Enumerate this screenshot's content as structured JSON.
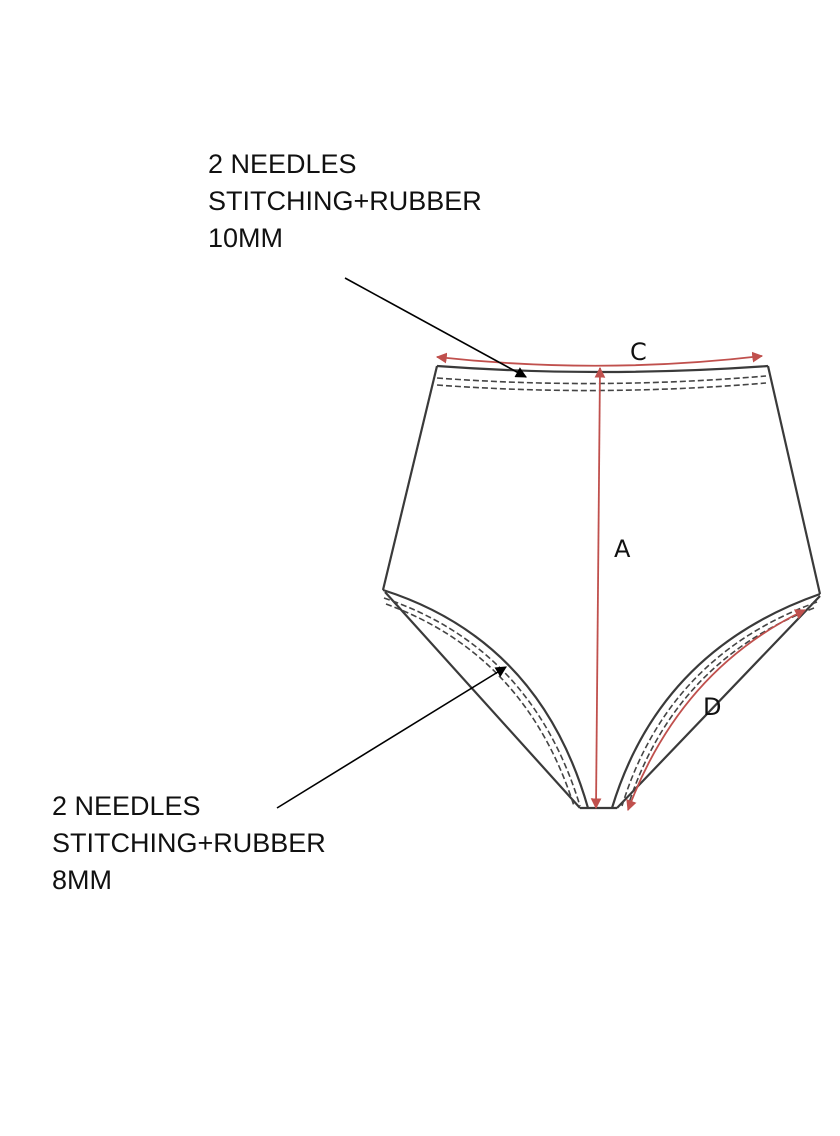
{
  "annotations": {
    "waistband": [
      "2 NEEDLES",
      "STITCHING+RUBBER",
      "10MM"
    ],
    "leg_opening": [
      "2 NEEDLES",
      "STITCHING+RUBBER",
      "8MM"
    ]
  },
  "measurements": {
    "a": "A",
    "c": "C",
    "d": "D"
  },
  "colors": {
    "measure": "#c0504d",
    "outline": "#3a3a3a"
  }
}
